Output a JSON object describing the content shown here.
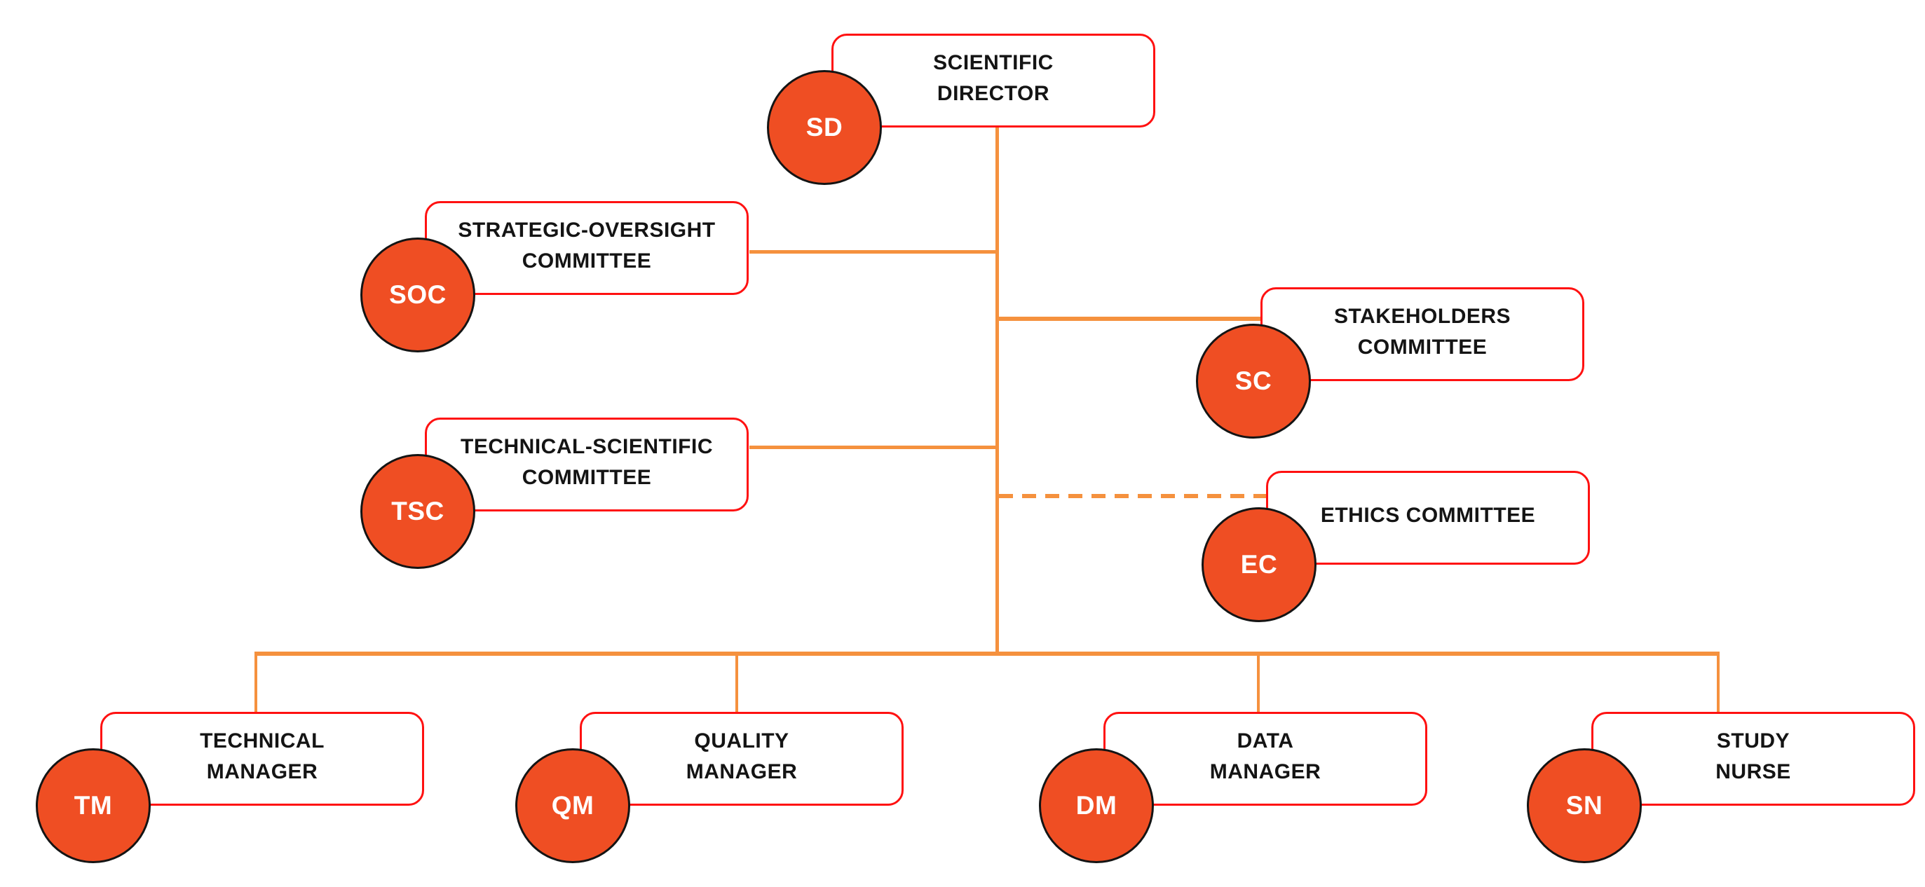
{
  "nodes": {
    "sd": {
      "abbr": "SD",
      "label": "SCIENTIFIC\nDIRECTOR"
    },
    "soc": {
      "abbr": "SOC",
      "label": "STRATEGIC-OVERSIGHT\nCOMMITTEE"
    },
    "tsc": {
      "abbr": "TSC",
      "label": "TECHNICAL-SCIENTIFIC\nCOMMITTEE"
    },
    "sc": {
      "abbr": "SC",
      "label": "STAKEHOLDERS\nCOMMITTEE"
    },
    "ec": {
      "abbr": "EC",
      "label": "ETHICS COMMITTEE"
    },
    "tm": {
      "abbr": "TM",
      "label": "TECHNICAL\nMANAGER"
    },
    "qm": {
      "abbr": "QM",
      "label": "QUALITY\nMANAGER"
    },
    "dm": {
      "abbr": "DM",
      "label": "DATA\nMANAGER"
    },
    "sn": {
      "abbr": "SN",
      "label": "STUDY\nNURSE"
    }
  },
  "connections": [
    {
      "from": "SD",
      "to": "SOC",
      "style": "solid"
    },
    {
      "from": "SD",
      "to": "TSC",
      "style": "solid"
    },
    {
      "from": "SD",
      "to": "SC",
      "style": "solid"
    },
    {
      "from": "SD",
      "to": "EC",
      "style": "dashed"
    },
    {
      "from": "SD",
      "to": "TM",
      "style": "solid"
    },
    {
      "from": "SD",
      "to": "QM",
      "style": "solid"
    },
    {
      "from": "SD",
      "to": "DM",
      "style": "solid"
    },
    {
      "from": "SD",
      "to": "SN",
      "style": "solid"
    }
  ],
  "colors": {
    "connector_orange": "#F5913E",
    "box_border_red": "#FF1111",
    "box_fill": "#FFFFFF",
    "label_text": "#141414",
    "badge_fill_orange": "#EF4E23",
    "badge_border_black": "#141414",
    "badge_text": "#FFFFFF"
  }
}
